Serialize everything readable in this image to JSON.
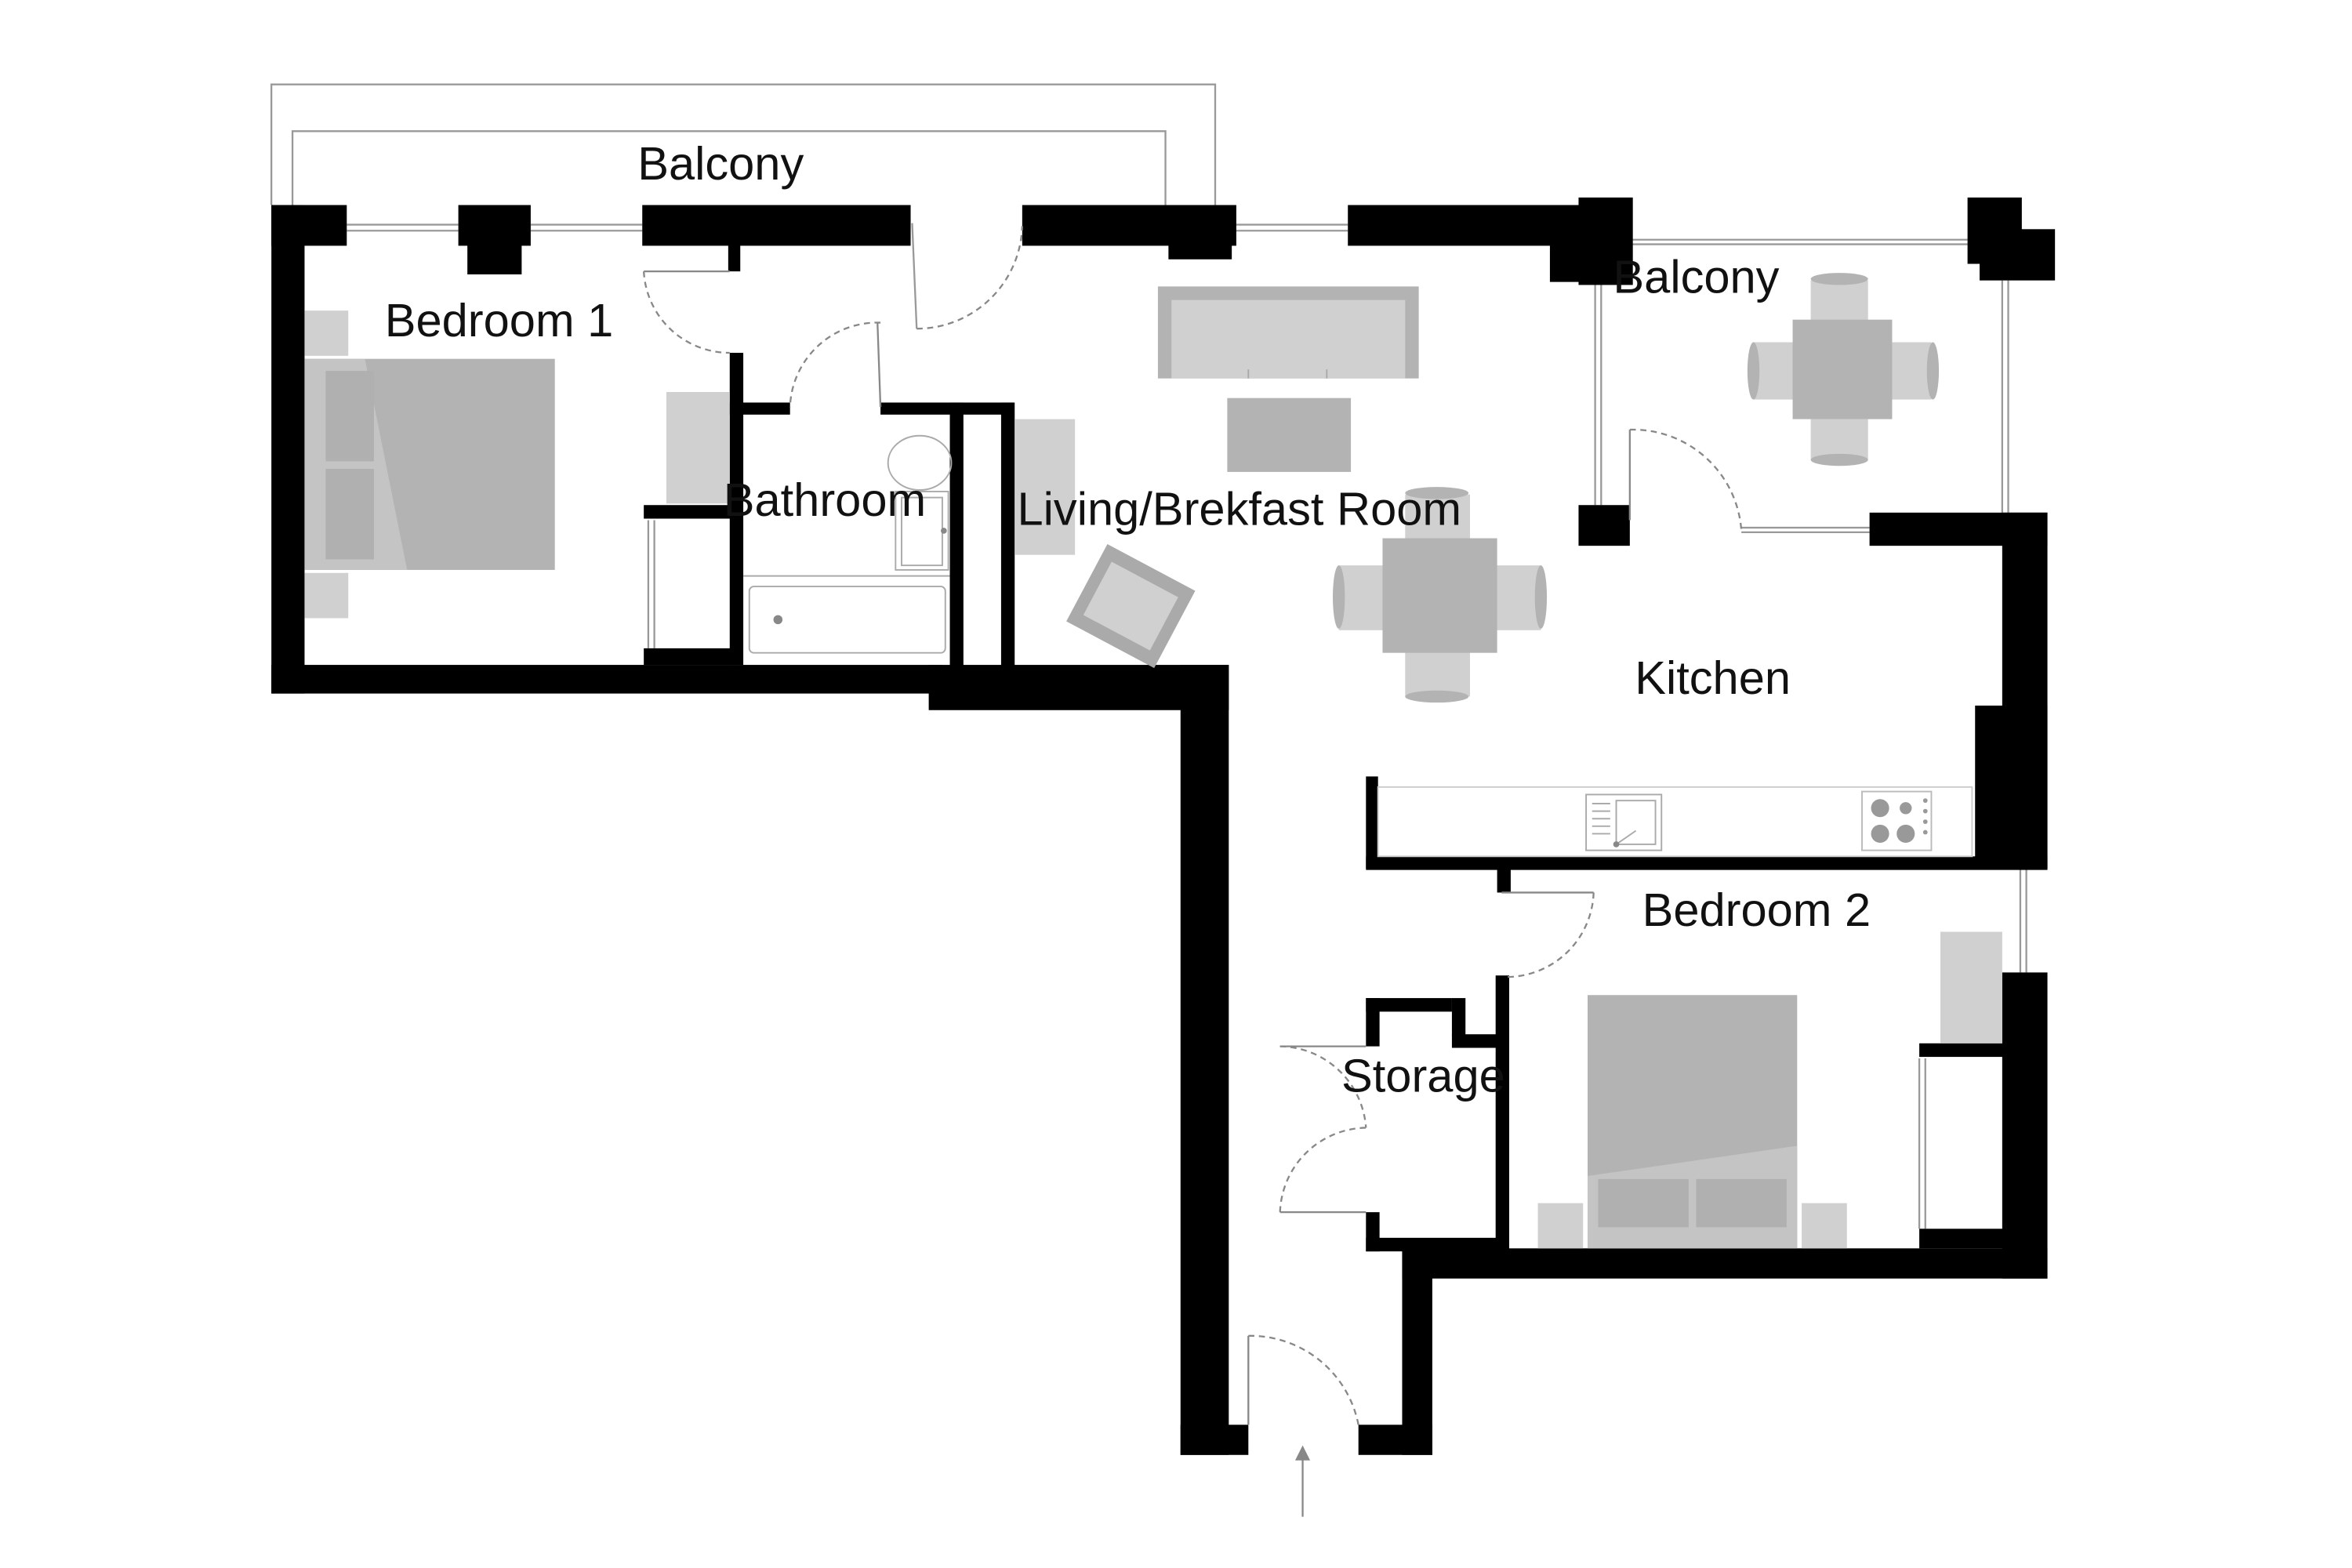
{
  "rooms": {
    "balcony_north": "Balcony",
    "balcony_east": "Balcony",
    "bedroom_1": "Bedroom 1",
    "bathroom": "Bathroom",
    "living_breakfast": "Living/Brekfast Room",
    "kitchen": "Kitchen",
    "bedroom_2": "Bedroom 2",
    "storage": "Storage"
  },
  "colors": {
    "wall": "#000000",
    "furniture": "#d0d0d0",
    "furniture_dark": "#b3b3b3",
    "fixture_line": "#999999",
    "label": "#111111"
  }
}
